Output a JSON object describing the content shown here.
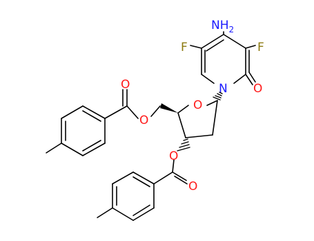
{
  "colors": {
    "bond": "#000000",
    "nitrogen": "#1a1aff",
    "oxygen": "#ff1a1a",
    "fluorine": "#8c7a10"
  },
  "atoms": {
    "n_amino": "NH",
    "n_amino_sub": "2",
    "f_left": "F",
    "f_right": "F",
    "n_ring": "N",
    "o_carbonyl": "O",
    "o_ring": "O",
    "o_ester1": "O",
    "o_carbonyl1": "O",
    "o_ester2": "O",
    "o_carbonyl2": "O"
  }
}
